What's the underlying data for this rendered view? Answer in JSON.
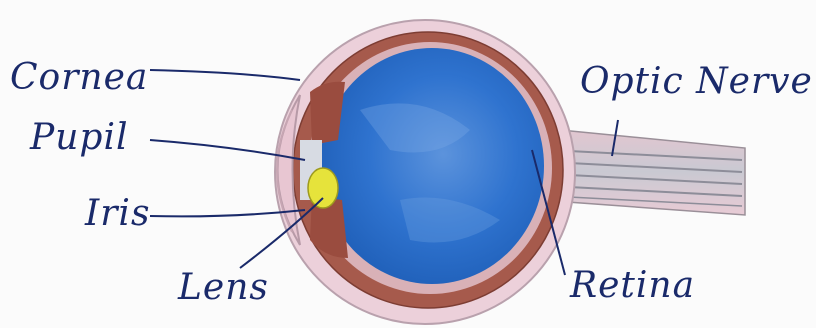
{
  "labels": {
    "cornea": "Cornea",
    "pupil": "Pupil",
    "iris": "Iris",
    "lens": "Lens",
    "optic_nerve": "Optic Nerve",
    "retina": "Retina"
  },
  "colors": {
    "background": "#fbfbfb",
    "ink": "#1a2a6a",
    "sclera_pink": "#e9c7d2",
    "choroid_brown": "#9b4a3c",
    "vitreous_blue": "#2f73cf",
    "lens_yellow": "#e6e33b",
    "nerve_gray": "#bfbfc8"
  }
}
